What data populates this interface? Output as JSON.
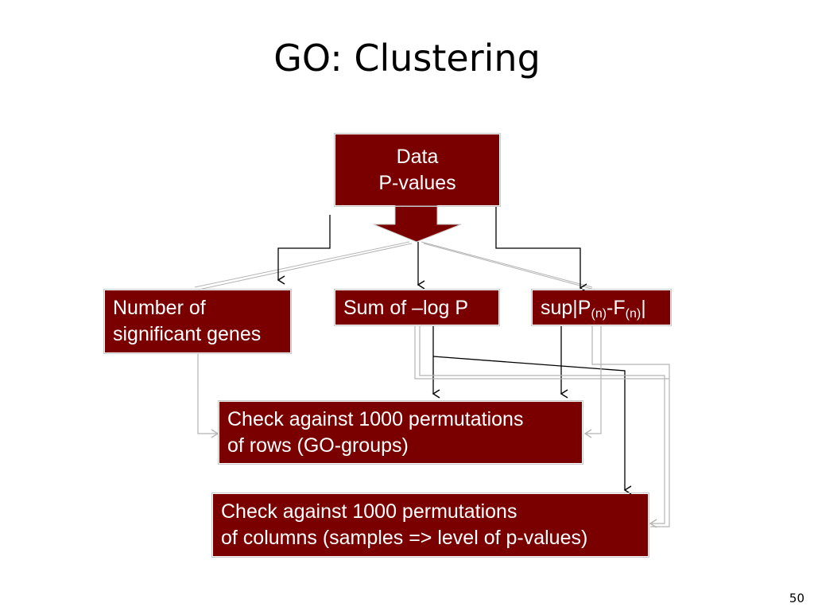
{
  "slide": {
    "title": "GO: Clustering",
    "page_number": "50"
  },
  "diagram": {
    "data_box": {
      "line1": "Data",
      "line2": "P-values"
    },
    "stat_boxes": [
      {
        "line1": "Number of",
        "line2": "significant genes"
      },
      {
        "label": "Sum of –log P"
      },
      {
        "prefix": "sup|P",
        "sub1": "(n)",
        "mid": "-F",
        "sub2": "(n)",
        "suffix": "|"
      }
    ],
    "check_rows_box": {
      "line1": "Check against 1000 permutations",
      "line2": "of rows (GO-groups)"
    },
    "check_cols_box": {
      "line1": "Check against 1000 permutations",
      "line2": "of columns (samples => level of p-values)"
    }
  },
  "colors": {
    "box_fill": "#7a0000",
    "box_text": "#ffffff",
    "connector_dark": "#000000",
    "connector_light": "#b4b4b4"
  }
}
